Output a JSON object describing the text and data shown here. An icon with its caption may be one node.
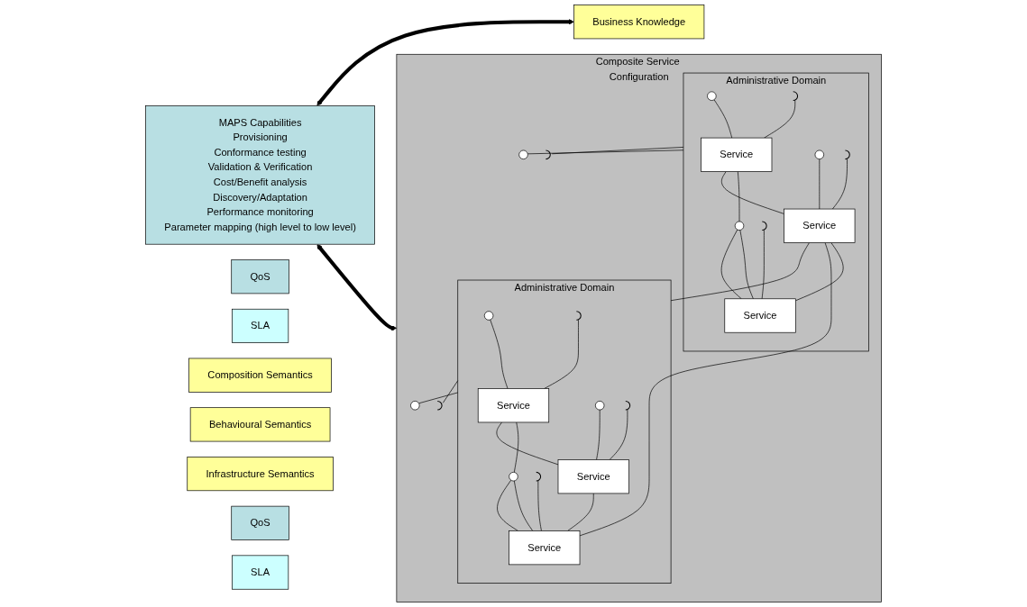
{
  "diagram": {
    "nodes": [
      {
        "text": [
          "MAPS Capabilities",
          "Provisioning",
          "Conformance testing",
          "Validation & Verification",
          "Cost/Benefit analysis",
          "Discovery/Adaptation",
          "Performance monitoring",
          "Parameter mapping (high level to low level)"
        ]
      },
      {
        "text": [
          "Composite Service Configuration"
        ]
      },
      {
        "text": [
          "Administrative Domain"
        ],
        "in": 1
      },
      {
        "text": [],
        "shape": "circle",
        "in": 2
      },
      {
        "text": [],
        "shape": "arc",
        "in": 2
      },
      {
        "text": [
          "Service"
        ],
        "in": 2
      },
      {
        "text": [],
        "shape": "circle",
        "in": 2
      },
      {
        "text": [],
        "shape": "arc",
        "in": 2
      },
      {
        "text": [
          "Service"
        ],
        "in": 2
      },
      {
        "text": [],
        "shape": "circle",
        "in": 2
      },
      {
        "text": [],
        "shape": "arc",
        "in": 2
      },
      {
        "text": [
          "Service"
        ],
        "in": 2
      },
      {
        "text": [],
        "shape": "arc",
        "in": 1
      },
      {
        "text": [],
        "shape": "circle",
        "in": 1
      },
      {
        "text": [
          "Administrative Domain"
        ],
        "in": 1
      },
      {
        "text": [],
        "shape": "circle",
        "in": 14
      },
      {
        "text": [],
        "shape": "arc",
        "in": 14
      },
      {
        "text": [
          "Service"
        ],
        "in": 14
      },
      {
        "text": [],
        "shape": "circle",
        "in": 14
      },
      {
        "text": [],
        "shape": "arc",
        "in": 14
      },
      {
        "text": [
          "Service"
        ],
        "in": 14
      },
      {
        "text": [],
        "shape": "circle",
        "in": 14
      },
      {
        "text": [],
        "shape": "arc",
        "in": 14
      },
      {
        "text": [
          "Service"
        ],
        "in": 14
      },
      {
        "text": [],
        "shape": "arc",
        "in": 1
      },
      {
        "text": [],
        "shape": "circle",
        "in": 1
      },
      {
        "text": [
          "QoS"
        ]
      },
      {
        "text": [
          "SLA"
        ]
      },
      {
        "text": [
          "Business Knowledge"
        ]
      },
      {
        "text": [
          "Composition Semantics"
        ]
      },
      {
        "text": [
          "Behavioural Semantics"
        ]
      },
      {
        "text": [
          "Infrastructure Semantics"
        ]
      },
      {
        "text": [
          "QoS"
        ]
      },
      {
        "text": [
          "SLA"
        ]
      }
    ],
    "edges": [
      {
        "from": 0,
        "to": 1,
        "arrow": "both",
        "style": "thick"
      },
      {
        "from": 0,
        "to": 28,
        "arrow": "both",
        "style": "thick"
      },
      {
        "from": 3,
        "to": 5,
        "arrow": "none"
      },
      {
        "from": 4,
        "to": 5,
        "arrow": "none"
      },
      {
        "from": 6,
        "to": 8,
        "arrow": "none"
      },
      {
        "from": 7,
        "to": 8,
        "arrow": "none"
      },
      {
        "from": 9,
        "to": 11,
        "arrow": "none"
      },
      {
        "from": 10,
        "to": 11,
        "arrow": "none"
      },
      {
        "from": 2,
        "to": 12,
        "arrow": "none"
      },
      {
        "from": 2,
        "to": 13,
        "arrow": "none"
      },
      {
        "from": 5,
        "to": 6,
        "arrow": "none"
      },
      {
        "from": 6,
        "to": 8,
        "arrow": "none"
      },
      {
        "from": 5,
        "to": 11,
        "arrow": "none"
      },
      {
        "from": 11,
        "to": 8,
        "arrow": "none"
      },
      {
        "from": 11,
        "to": 14,
        "arrow": "none"
      },
      {
        "from": 11,
        "to": 20,
        "arrow": "none"
      },
      {
        "from": 15,
        "to": 17,
        "arrow": "none"
      },
      {
        "from": 16,
        "to": 17,
        "arrow": "none"
      },
      {
        "from": 18,
        "to": 20,
        "arrow": "none"
      },
      {
        "from": 19,
        "to": 20,
        "arrow": "none"
      },
      {
        "from": 21,
        "to": 23,
        "arrow": "none"
      },
      {
        "from": 22,
        "to": 23,
        "arrow": "none"
      },
      {
        "from": 14,
        "to": 24,
        "arrow": "none"
      },
      {
        "from": 14,
        "to": 25,
        "arrow": "none"
      },
      {
        "from": 17,
        "to": 18,
        "arrow": "none"
      },
      {
        "from": 18,
        "to": 20,
        "arrow": "none"
      },
      {
        "from": 17,
        "to": 23,
        "arrow": "none"
      },
      {
        "from": 23,
        "to": 20,
        "arrow": "none"
      }
    ]
  }
}
